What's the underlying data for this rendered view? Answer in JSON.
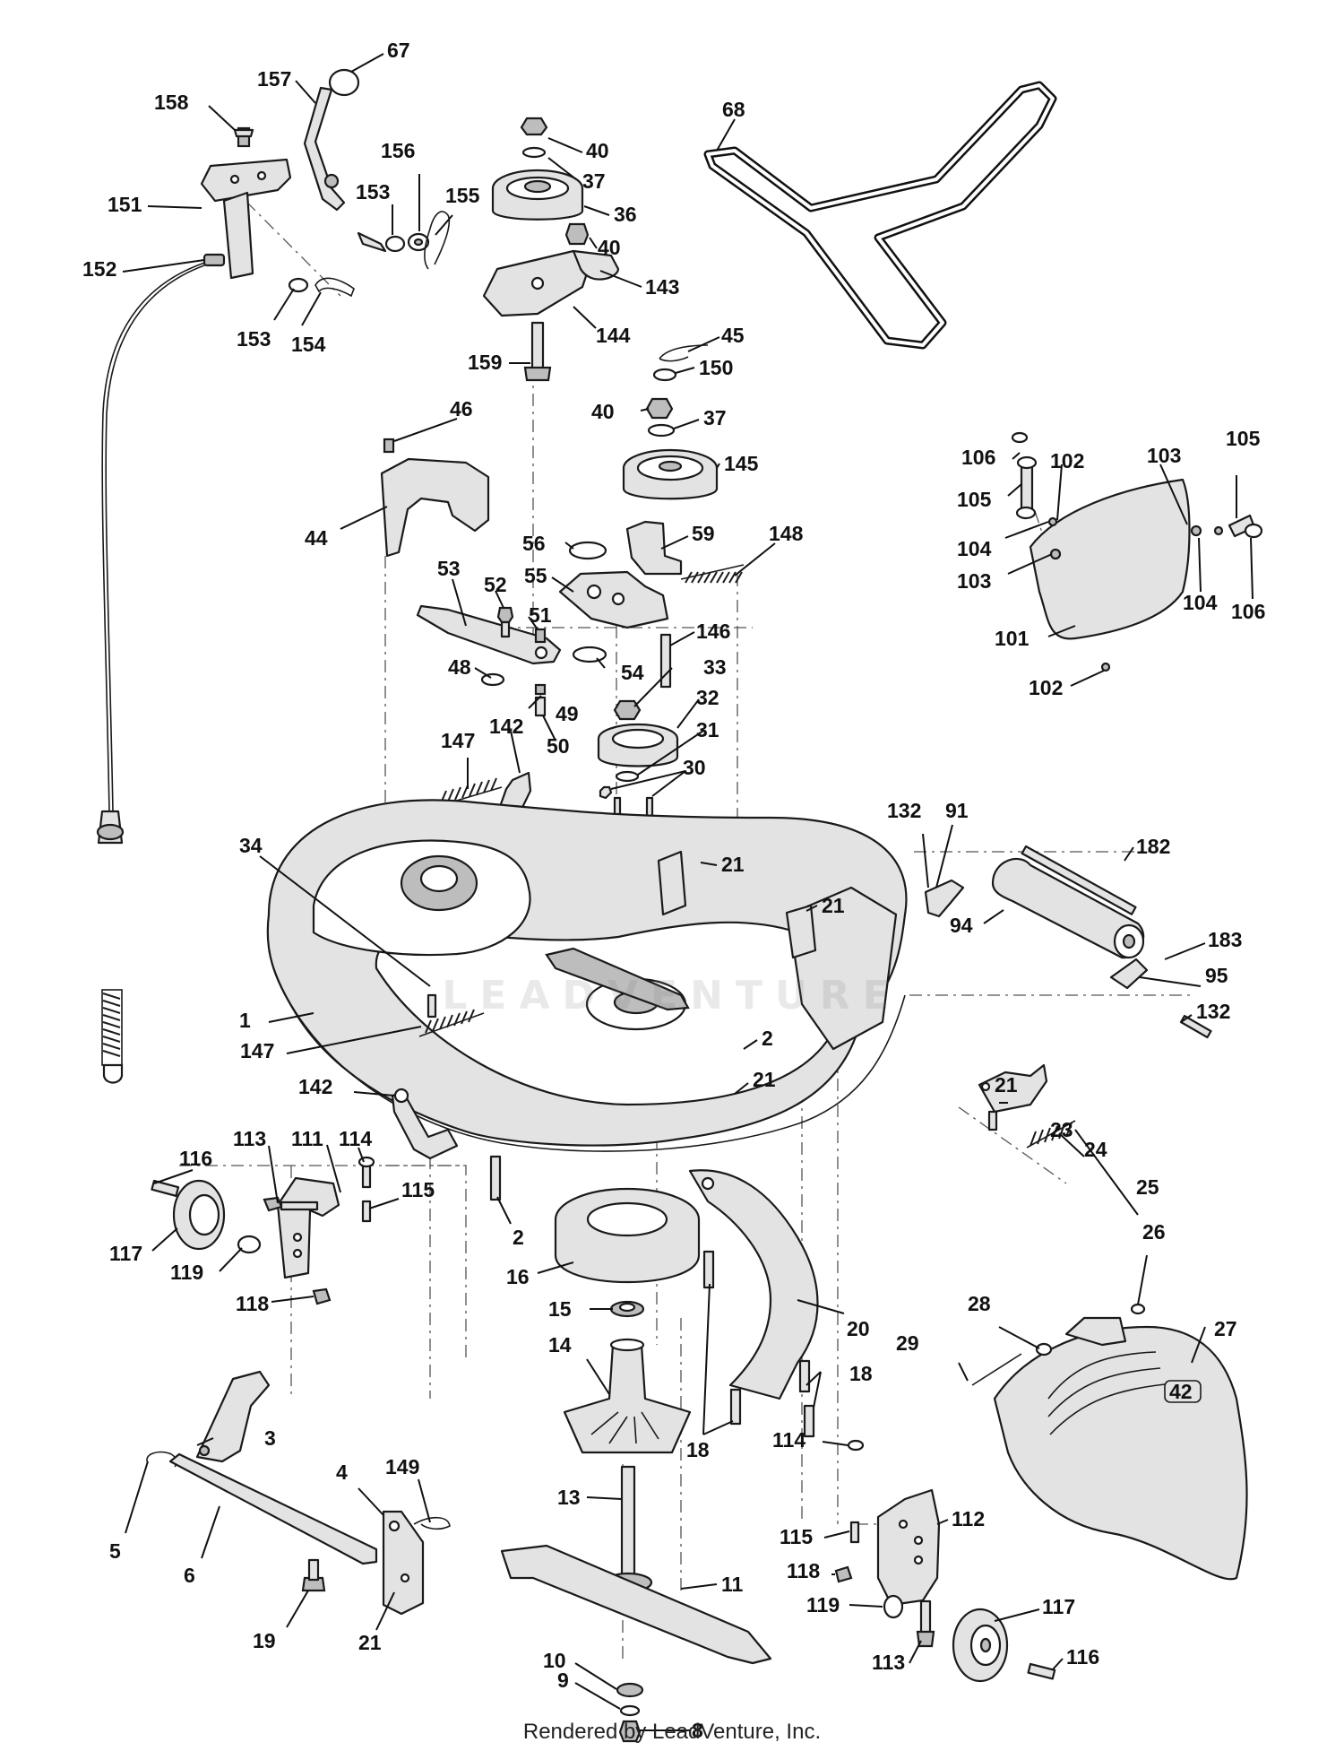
{
  "footer": "Rendered by LeadVenture, Inc.",
  "watermark": "LEADVENTURE",
  "deck_badge": "42",
  "callouts": [
    "67",
    "157",
    "158",
    "151",
    "152",
    "153",
    "154",
    "153",
    "156",
    "155",
    "40",
    "37",
    "36",
    "40",
    "143",
    "144",
    "159",
    "68",
    "45",
    "150",
    "40",
    "37",
    "145",
    "46",
    "44",
    "56",
    "59",
    "148",
    "55",
    "53",
    "52",
    "51",
    "146",
    "54",
    "48",
    "49",
    "50",
    "33",
    "32",
    "31",
    "30",
    "147",
    "142",
    "34",
    "21",
    "21",
    "1",
    "147",
    "2",
    "21",
    "106",
    "105",
    "102",
    "103",
    "105",
    "104",
    "103",
    "104",
    "106",
    "101",
    "102",
    "132",
    "91",
    "182",
    "94",
    "183",
    "95",
    "132",
    "142",
    "114",
    "116",
    "113",
    "111",
    "115",
    "117",
    "119",
    "118",
    "2",
    "16",
    "15",
    "14",
    "20",
    "18",
    "18",
    "21",
    "23",
    "24",
    "25",
    "26",
    "28",
    "27",
    "29",
    "3",
    "5",
    "6",
    "4",
    "149",
    "19",
    "21",
    "13",
    "11",
    "10",
    "9",
    "8",
    "114",
    "112",
    "115",
    "118",
    "119",
    "117",
    "113",
    "116"
  ]
}
